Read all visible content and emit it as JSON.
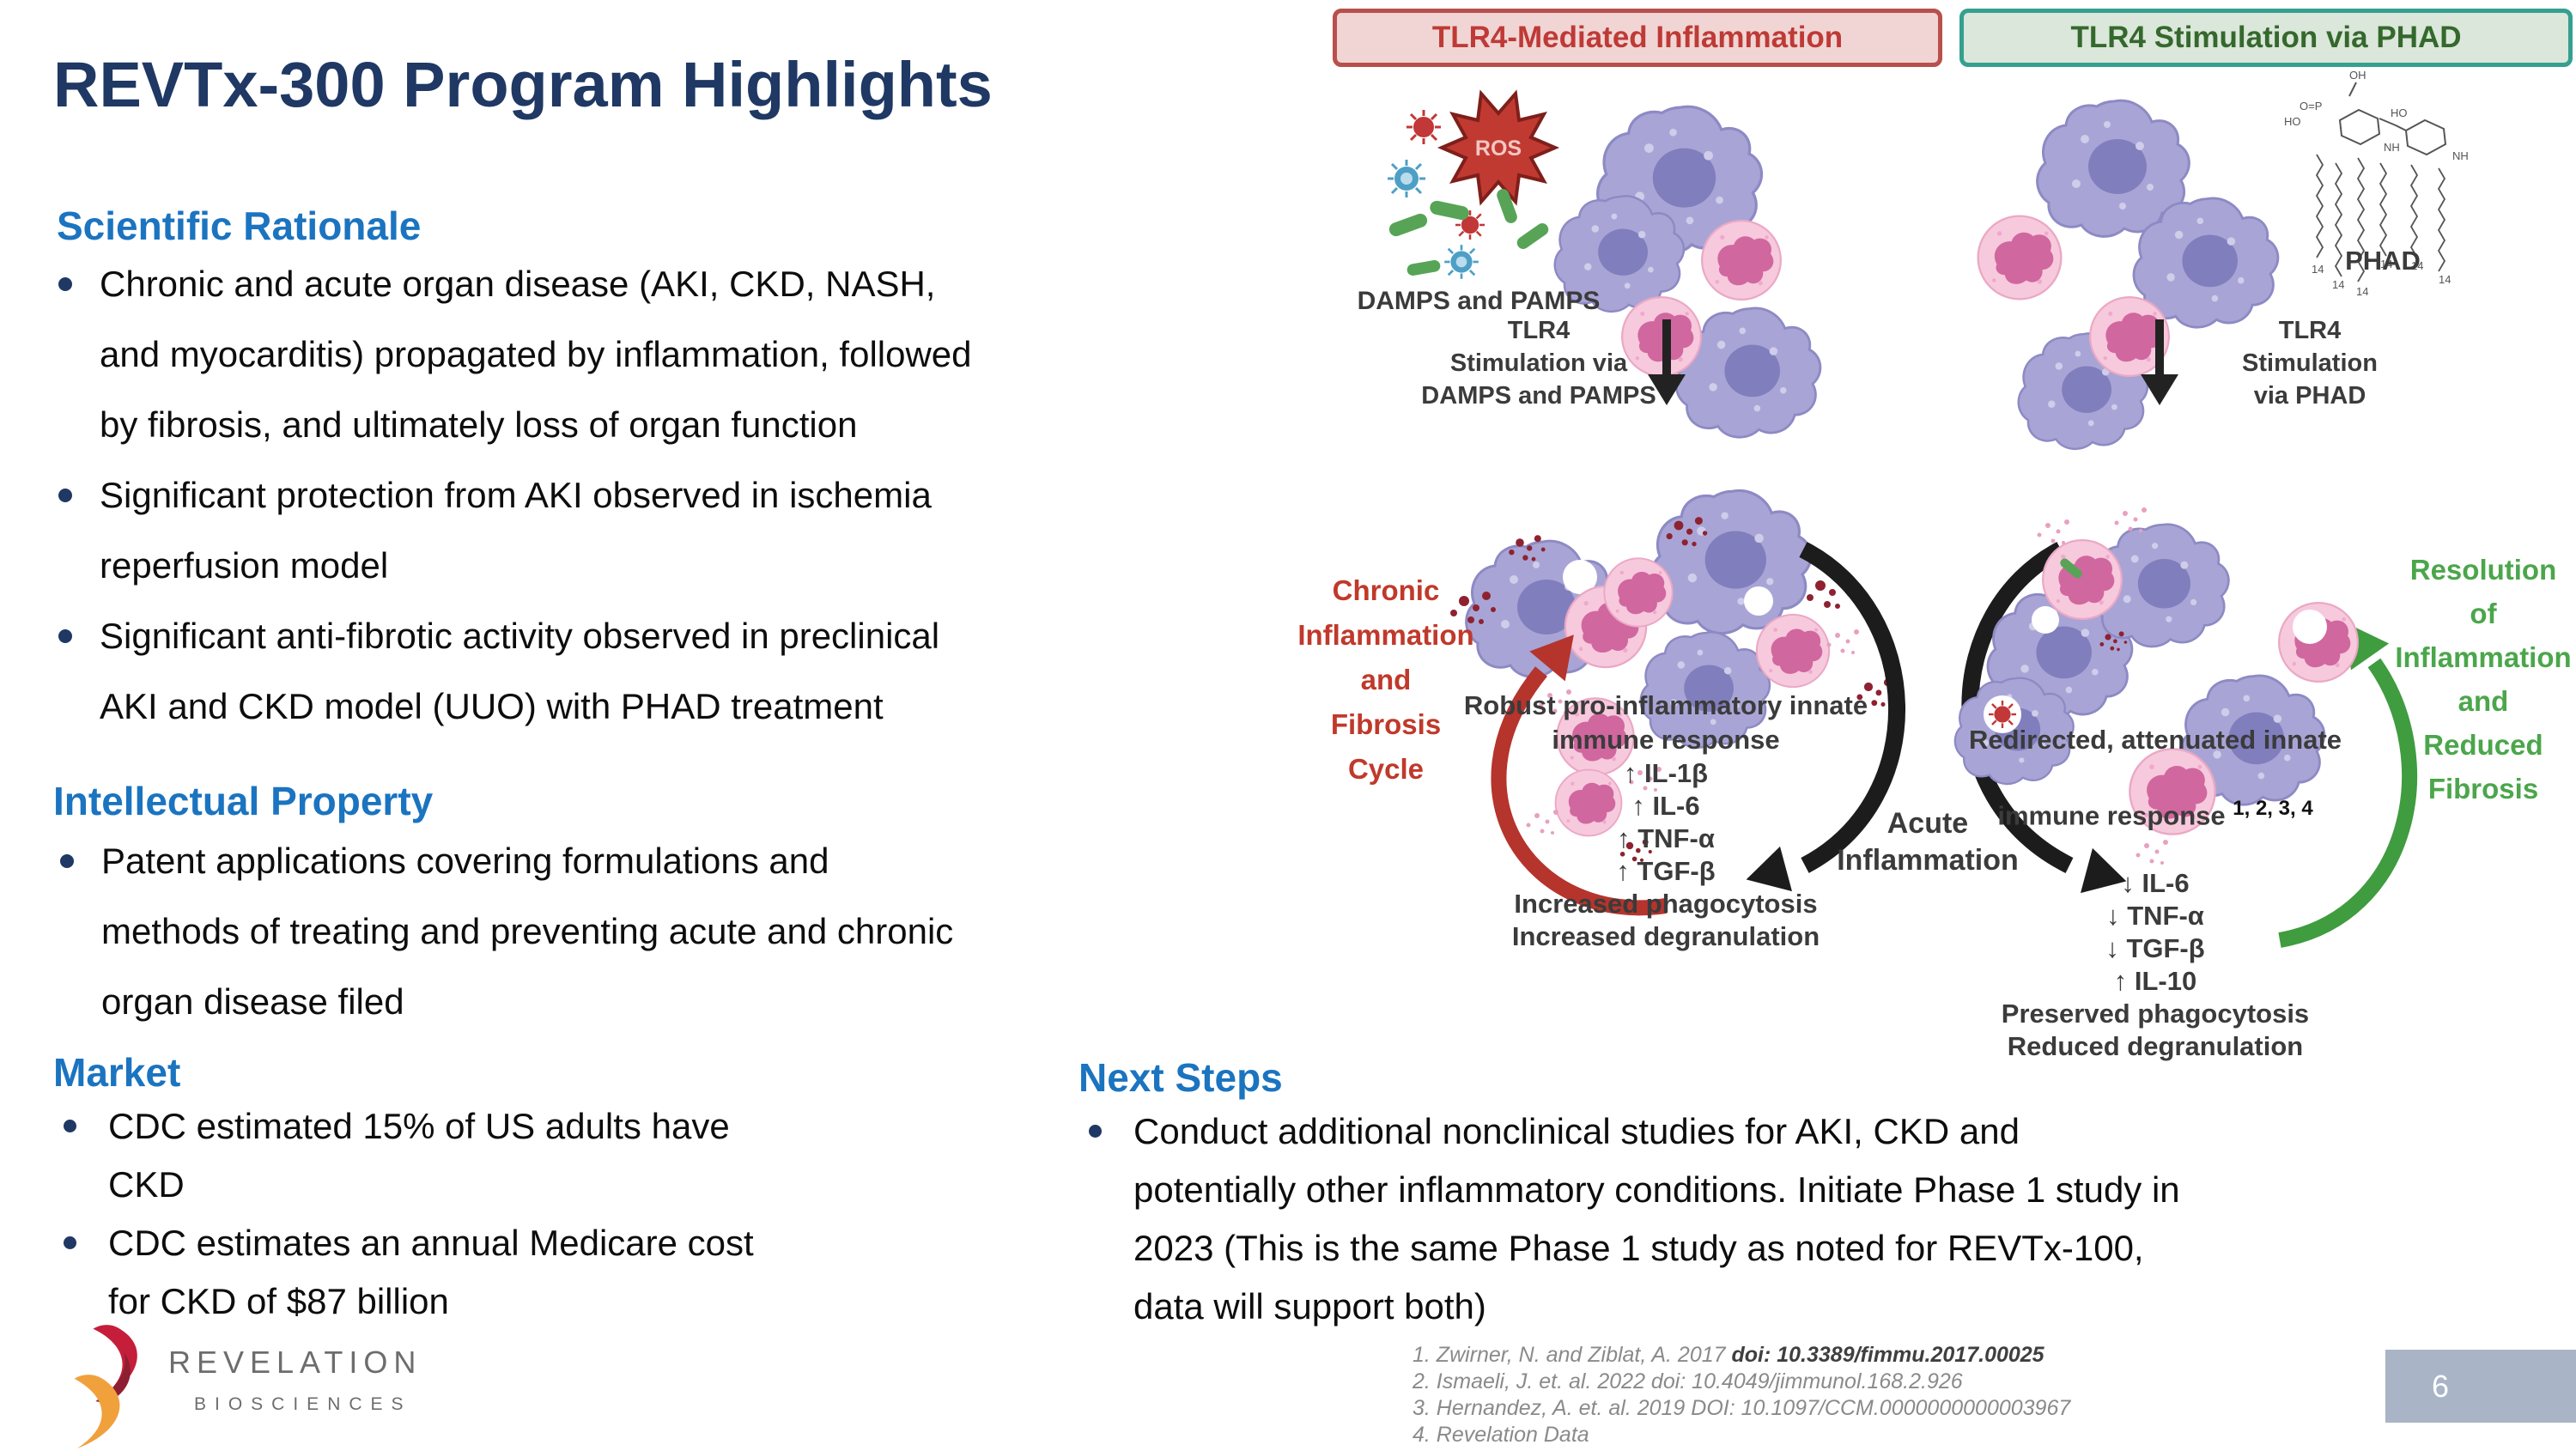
{
  "slide": {
    "title": "REVTx-300 Program Highlights",
    "page_number": "6"
  },
  "sections": {
    "rationale": {
      "heading": "Scientific Rationale",
      "bullets": [
        "Chronic and acute organ disease (AKI, CKD, NASH,\nand myocarditis) propagated by inflammation, followed\nby fibrosis, and ultimately loss of organ function",
        "Significant protection from AKI observed in ischemia\nreperfusion model",
        "Significant anti-fibrotic activity observed in preclinical\nAKI and CKD model (UUO) with PHAD treatment"
      ]
    },
    "ip": {
      "heading": "Intellectual Property",
      "bullets": [
        "Patent applications covering formulations and\nmethods of treating and preventing acute and chronic\norgan disease filed"
      ]
    },
    "market": {
      "heading": "Market",
      "bullets": [
        "CDC estimated 15% of US adults have\nCKD",
        "CDC estimates an annual Medicare cost\nfor CKD of $87 billion"
      ]
    },
    "next_steps": {
      "heading": "Next Steps",
      "bullets": [
        "Conduct additional nonclinical studies for AKI, CKD and\npotentially other inflammatory conditions. Initiate Phase 1 study in\n2023 (This is the same Phase 1 study as noted for REVTx-100,\ndata will support both)"
      ]
    }
  },
  "references": {
    "r1_plain": "1. Zwirner, N. and Ziblat, A. 2017 ",
    "r1_doi": "doi: 10.3389/fimmu.2017.00025",
    "r2": "2. Ismaeli, J. et. al. 2022 doi: 10.4049/jimmunol.168.2.926",
    "r3": "3. Hernandez, A. et. al. 2019 DOI: 10.1097/CCM.0000000000003967",
    "r4": "4. Revelation Data"
  },
  "logo": {
    "name": "REVELATION",
    "sub": "BIOSCIENCES"
  },
  "diagram": {
    "left_header": "TLR4-Mediated Inflammation",
    "right_header": "TLR4 Stimulation via PHAD",
    "damps_label": "DAMPS and PAMPS",
    "ros_label": "ROS",
    "phad_label": "PHAD",
    "left_stimulation": "TLR4\nStimulation via\nDAMPS and PAMPS",
    "right_stimulation": "TLR4\nStimulation\nvia PHAD",
    "chronic_cycle": "Chronic\nInflammation\nand\nFibrosis\nCycle",
    "resolution": "Resolution of\nInflammation\nand Reduced\nFibrosis",
    "acute": "Acute\nInflammation",
    "left": {
      "response": "Robust pro-inflammatory innate\nimmune response",
      "cytokines": [
        "↑ IL-1β",
        "↑ IL-6",
        "↑ TNF-α",
        "↑ TGF-β"
      ],
      "outcomes": "Increased phagocytosis\nIncreased degranulation"
    },
    "right": {
      "response1": "Redirected, attenuated innate",
      "response2": "immune response",
      "refs": "1, 2, 3, 4",
      "cytokines": [
        "↓ IL-6",
        "↓ TNF-α",
        "↓ TGF-β",
        "↑ IL-10"
      ],
      "outcomes": "Preserved phagocytosis\nReduced degranulation"
    },
    "colors": {
      "title_navy": "#1F3864",
      "heading_blue": "#1B74C0",
      "chronic_red": "#C0392B",
      "resolution_green": "#4BA64B",
      "header_red_bg": "#F0D5D4",
      "header_red_border": "#B8504B",
      "header_green_bg": "#DAE7DA",
      "header_green_border": "#35A08F",
      "macrophage_purple": "#A8A5D6",
      "neutrophil_pink": "#F7C9DD",
      "page_box_gray": "#A9B5C6"
    }
  }
}
